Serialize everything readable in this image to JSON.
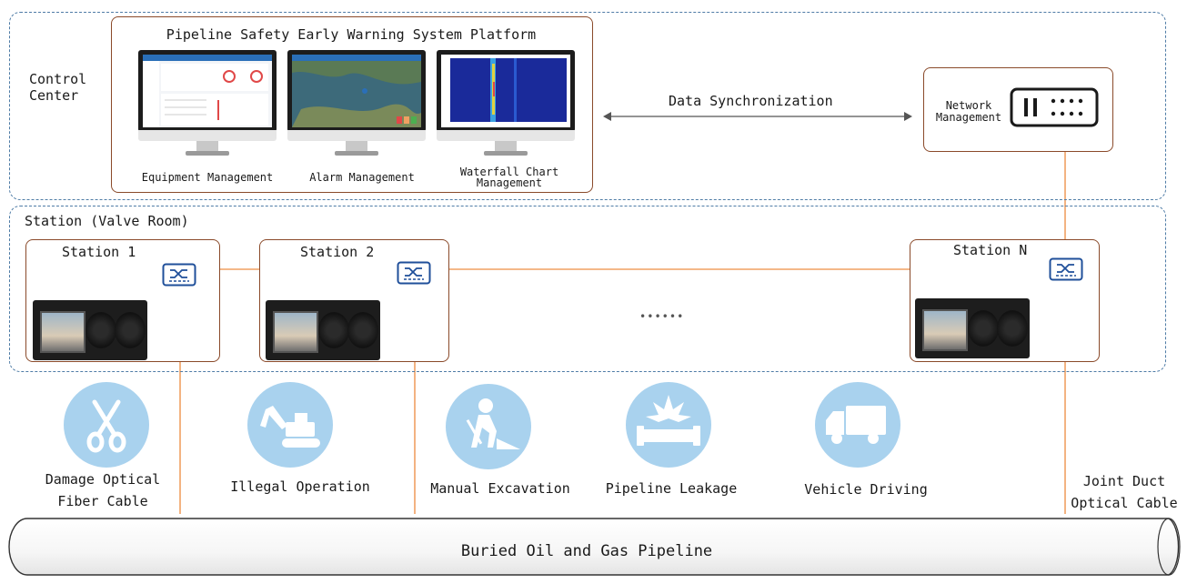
{
  "zones": {
    "control_center": "Control\nCenter",
    "station_room": "Station (Valve Room)"
  },
  "platform": {
    "title": "Pipeline Safety Early Warning System Platform",
    "monitors": [
      {
        "label": "Equipment Management"
      },
      {
        "label": "Alarm Management"
      },
      {
        "label": "Waterfall Chart\nManagement"
      }
    ]
  },
  "sync_label": "Data Synchronization",
  "network": {
    "label": "Network\nManagement"
  },
  "stations": [
    {
      "label": "Station 1"
    },
    {
      "label": "Station 2"
    },
    {
      "label": "Station N"
    }
  ],
  "ellipsis": "••••••",
  "events": [
    {
      "label": "Damage Optical\nFiber Cable",
      "icon": "scissors-icon"
    },
    {
      "label": "Illegal Operation",
      "icon": "excavator-icon"
    },
    {
      "label": "Manual Excavation",
      "icon": "digging-worker-icon"
    },
    {
      "label": "Pipeline Leakage",
      "icon": "pipe-leak-icon"
    },
    {
      "label": "Vehicle Driving",
      "icon": "truck-icon"
    }
  ],
  "cable_label": "Joint Duct\nOptical Cable",
  "pipeline_label": "Buried Oil and Gas Pipeline",
  "colors": {
    "zone_border": "#4f7ca6",
    "card_border": "#8a4a2a",
    "fiber_line": "#f0a062",
    "switch_blue": "#1f4f9a",
    "event_circle": "#a9d2ee"
  }
}
